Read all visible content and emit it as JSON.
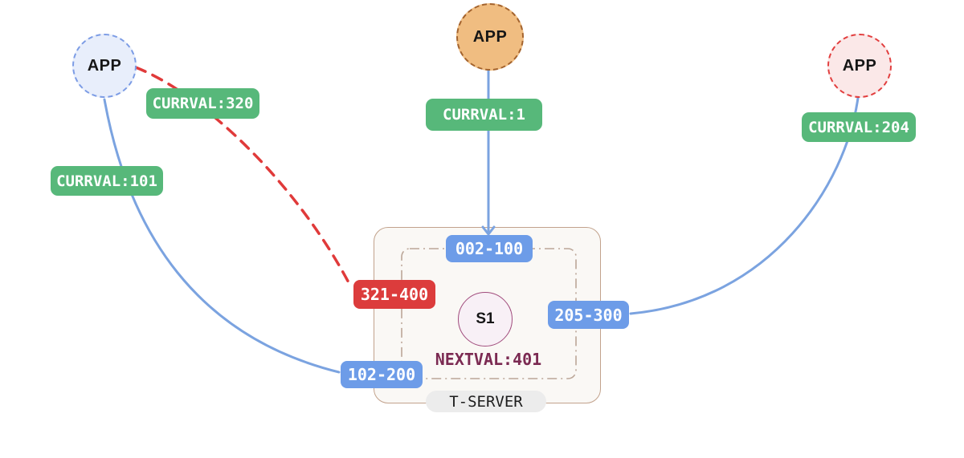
{
  "nodes": {
    "app_left": {
      "label": "APP"
    },
    "app_center": {
      "label": "APP"
    },
    "app_right": {
      "label": "APP"
    },
    "sequence": {
      "label": "S1",
      "nextval": "NEXTVAL:401"
    },
    "server": {
      "label": "T-SERVER"
    }
  },
  "badges": {
    "currval_stale": {
      "text": "CURRVAL:320"
    },
    "currval_left": {
      "text": "CURRVAL:101"
    },
    "currval_center": {
      "text": "CURRVAL:1"
    },
    "currval_right": {
      "text": "CURRVAL:204"
    },
    "range_top": {
      "text": "002-100"
    },
    "range_stale": {
      "text": "321-400"
    },
    "range_right": {
      "text": "205-300"
    },
    "range_left": {
      "text": "102-200"
    }
  },
  "colors": {
    "green": "#57b87a",
    "blue": "#6d9ce8",
    "red": "#dc3c3c",
    "lineBlue": "#7ba3e0",
    "lineRed": "#e03a3a",
    "serverFill": "#faf8f5",
    "serverBorder": "#c2a28c",
    "innerBorder": "#bba698",
    "s1Fill": "#f8f0f6",
    "s1Border": "#a04b7c",
    "nextval": "#7b2a52",
    "pillBg": "#ececec",
    "appLeftFill": "#e8eefb",
    "appLeftBorder": "#7c9ce5",
    "appCenterFill": "#f0bd81",
    "appCenterBorder": "#a4632d",
    "appRightFill": "#fbe8e8",
    "appRightBorder": "#e23e3e"
  }
}
